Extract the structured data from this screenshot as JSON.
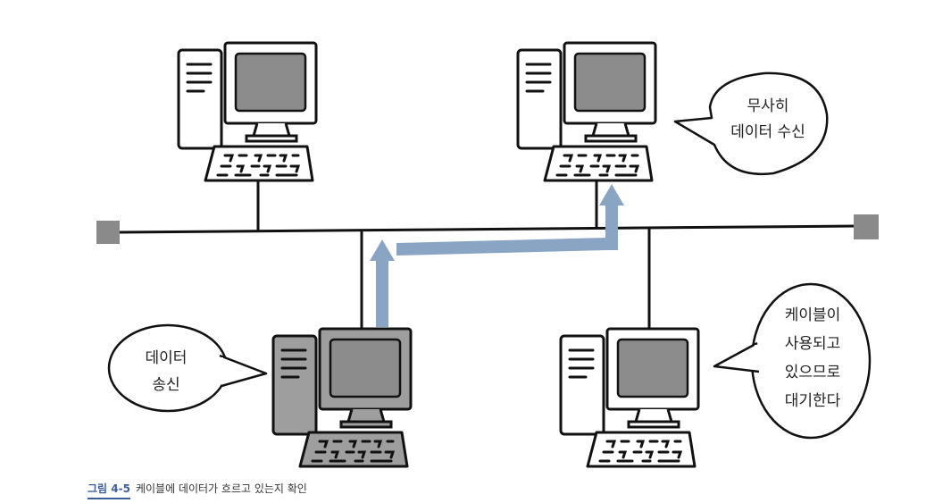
{
  "bubbles": {
    "received_line1": "무사히",
    "received_line2": "데이터 수신",
    "sending_line1": "데이터",
    "sending_line2": "송신",
    "waiting_line1": "케이블이",
    "waiting_line2": "사용되고",
    "waiting_line3": "있으므로",
    "waiting_line4": "대기한다"
  },
  "caption": {
    "figure_number": "그림 4-5",
    "text": "케이블에 데이터가 흐르고 있는지 확인"
  },
  "colors": {
    "arrow": "#8aa5c4",
    "sender_fill": "#9e9e9e",
    "screen": "#8c8c8c",
    "terminator": "#8a8a8a",
    "caption_accent": "#3b5e9a"
  }
}
